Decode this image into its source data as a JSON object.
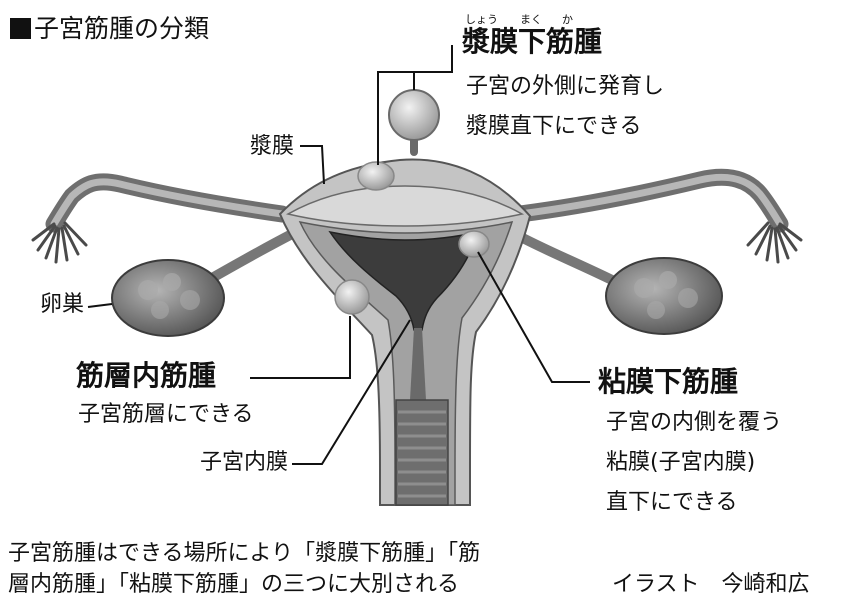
{
  "title": "子宮筋腫の分類",
  "subserosal": {
    "ruby": [
      "しょう",
      "まく",
      "か"
    ],
    "name": "漿膜下筋腫",
    "desc_line1": "子宮の外側に発育し",
    "desc_line2": "漿膜直下にできる"
  },
  "serosa_label": "漿膜",
  "ovary_label": "卵巣",
  "intramural": {
    "name": "筋層内筋腫",
    "desc": "子宮筋層にできる"
  },
  "endometrium_label": "子宮内膜",
  "submucosal": {
    "name": "粘膜下筋腫",
    "desc_line1": "子宮の内側を覆う",
    "desc_line2": "粘膜(子宮内膜)",
    "desc_line3": "直下にできる"
  },
  "caption": {
    "line1": "子宮筋腫はできる場所により「漿膜下筋腫」「筋",
    "line2": "層内筋腫」「粘膜下筋腫」の三つに大別される"
  },
  "credit": "イラスト　今崎和広",
  "colors": {
    "outer_tissue": "#c9c9c9",
    "muscle_layer": "#a6a6a6",
    "cavity": "#3f3f3f",
    "fibroid": "#e6e6e6",
    "ovary": "#7b7b7b"
  }
}
